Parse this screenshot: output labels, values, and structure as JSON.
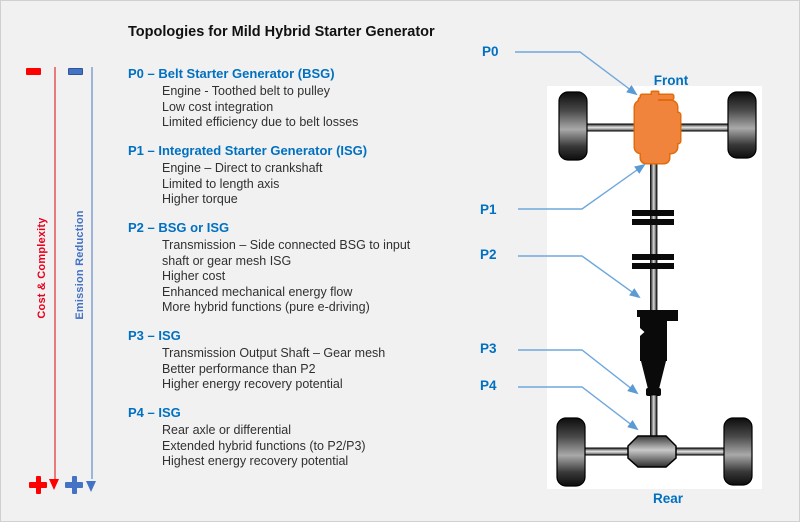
{
  "title": "Topologies for Mild Hybrid Starter Generator",
  "axes": {
    "cost_label": "Cost & Complexity",
    "emission_label": "Emission Reduction",
    "cost_color": "#FF0000",
    "emission_color": "#4472C4"
  },
  "sections": [
    {
      "heading": "P0 – Belt Starter Generator (BSG)",
      "lines": [
        "Engine - Toothed belt to pulley",
        "Low cost integration",
        "Limited efficiency due to belt losses"
      ]
    },
    {
      "heading": "P1 – Integrated Starter Generator (ISG)",
      "lines": [
        "Engine – Direct to crankshaft",
        "Limited to length axis",
        "Higher torque"
      ]
    },
    {
      "heading": "P2 – BSG or ISG",
      "lines": [
        "Transmission – Side connected BSG to input shaft or gear mesh ISG",
        "Higher cost",
        "Enhanced mechanical energy flow",
        "More hybrid functions (pure e-driving)"
      ]
    },
    {
      "heading": "P3 – ISG",
      "lines": [
        "Transmission Output Shaft – Gear mesh",
        "Better performance than P2",
        "Higher energy recovery potential"
      ]
    },
    {
      "heading": "P4 – ISG",
      "lines": [
        "Rear axle or differential",
        "Extended hybrid functions (to P2/P3)",
        "Highest energy recovery potential"
      ]
    }
  ],
  "diagram": {
    "front_label": "Front",
    "rear_label": "Rear",
    "callouts": {
      "p0": "P0",
      "p1": "P1",
      "p2": "P2",
      "p3": "P3",
      "p4": "P4"
    },
    "colors": {
      "engine_fill": "#F0843D",
      "engine_outline": "#E26B0A",
      "callout_line": "#6FA8DC",
      "arrowhead": "#5B9BD5",
      "label_blue": "#0070C0"
    }
  }
}
